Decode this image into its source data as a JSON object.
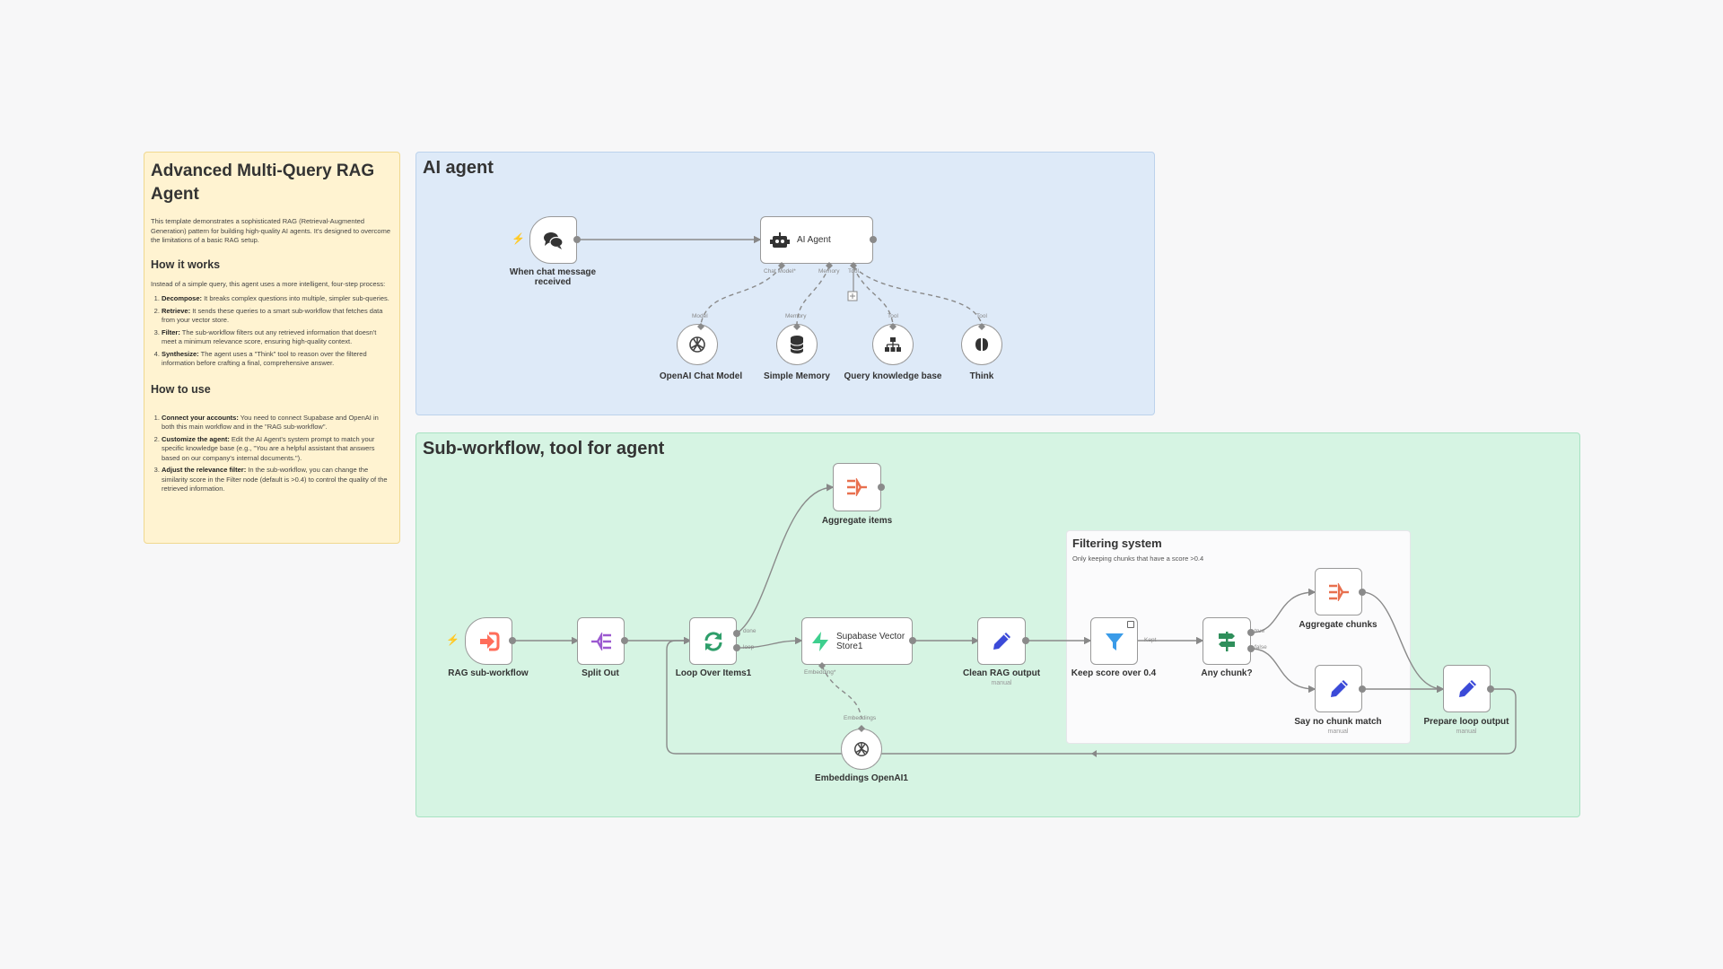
{
  "doc": {
    "title": "Advanced Multi-Query RAG Agent",
    "intro": "This template demonstrates a sophisticated RAG (Retrieval-Augmented Generation) pattern for building high-quality AI agents. It's designed to overcome the limitations of a basic RAG setup.",
    "how_works_heading": "How it works",
    "how_works_intro": "Instead of a simple query, this agent uses a more intelligent, four-step process:",
    "steps": [
      {
        "term": "Decompose:",
        "text": " It breaks complex questions into multiple, simpler sub-queries."
      },
      {
        "term": "Retrieve:",
        "text": " It sends these queries to a smart sub-workflow that fetches data from your vector store."
      },
      {
        "term": "Filter:",
        "text": " The sub-workflow filters out any retrieved information that doesn't meet a minimum relevance score, ensuring high-quality context."
      },
      {
        "term": "Synthesize:",
        "text": " The agent uses a \"Think\" tool to reason over the filtered information before crafting a final, comprehensive answer."
      }
    ],
    "how_use_heading": "How to use",
    "use_steps": [
      {
        "term": "Connect your accounts:",
        "text": " You need to connect Supabase and OpenAI in both this main workflow and in the \"RAG sub-workflow\"."
      },
      {
        "term": "Customize the agent:",
        "text": " Edit the AI Agent's system prompt to match your specific knowledge base (e.g., \"You are a helpful assistant that answers based on our company's internal documents.\")."
      },
      {
        "term": "Adjust the relevance filter:",
        "text": " In the sub-workflow, you can change the similarity score in the Filter node (default is >0.4) to control the quality of the retrieved information."
      }
    ]
  },
  "agent_section": {
    "title": "AI agent",
    "chat_trigger_label": "When chat message received",
    "agent_label": "AI Agent",
    "ports": {
      "chat_model": "Chat Model*",
      "memory": "Memory",
      "tool": "Tool"
    },
    "sub_ports": {
      "model": "Model",
      "memory": "Memory",
      "tool1": "Tool",
      "tool2": "Tool"
    },
    "openai_label": "OpenAI Chat Model",
    "memory_label": "Simple Memory",
    "query_label": "Query knowledge base",
    "think_label": "Think"
  },
  "sub_section": {
    "title": "Sub-workflow, tool for agent",
    "rag_trigger_label": "RAG sub-workflow",
    "split_label": "Split Out",
    "loop_label": "Loop Over Items1",
    "loop_done": "done",
    "loop_loop": "loop",
    "aggregate_items_label": "Aggregate items",
    "supabase_label": "Supabase Vector Store1",
    "supabase_port": "Embedding*",
    "embeddings_port": "Embeddings",
    "embeddings_label": "Embeddings OpenAI1",
    "clean_label": "Clean RAG output",
    "clean_sub": "manual",
    "filter_title": "Filtering system",
    "filter_subtitle": "Only keeping chunks that have a score >0.4",
    "keep_label": "Keep score over 0.4",
    "keep_kept": "Kept",
    "any_chunk_label": "Any chunk?",
    "if_true": "true",
    "if_false": "false",
    "aggregate_chunks_label": "Aggregate chunks",
    "no_match_label": "Say no chunk match",
    "no_match_sub": "manual",
    "prepare_label": "Prepare loop output",
    "prepare_sub": "manual"
  },
  "colors": {
    "canvas": "#f7f7f8",
    "yellow_note": "#fff3d1",
    "blue_note": "#deeaf8",
    "green_note": "#d6f4e3",
    "trigger_accent": "#ff6d5a",
    "aggregate": "#e8704f",
    "split": "#9b59d0",
    "loop": "#2e9e6a",
    "supabase": "#3ecf8e",
    "edit": "#3b4ad8",
    "filter": "#3a9be8",
    "if": "#2f8f5b"
  },
  "icons": {
    "chat": "chat-bubbles-icon",
    "robot": "robot-icon",
    "openai": "openai-icon",
    "database": "database-icon",
    "sitemap": "sitemap-icon",
    "brain": "brain-icon",
    "rag_trigger": "sign-in-icon",
    "split": "split-icon",
    "loop": "sync-icon",
    "aggregate": "aggregate-icon",
    "supabase": "supabase-bolt-icon",
    "edit": "pen-icon",
    "filter": "funnel-icon",
    "if": "signs-icon"
  }
}
